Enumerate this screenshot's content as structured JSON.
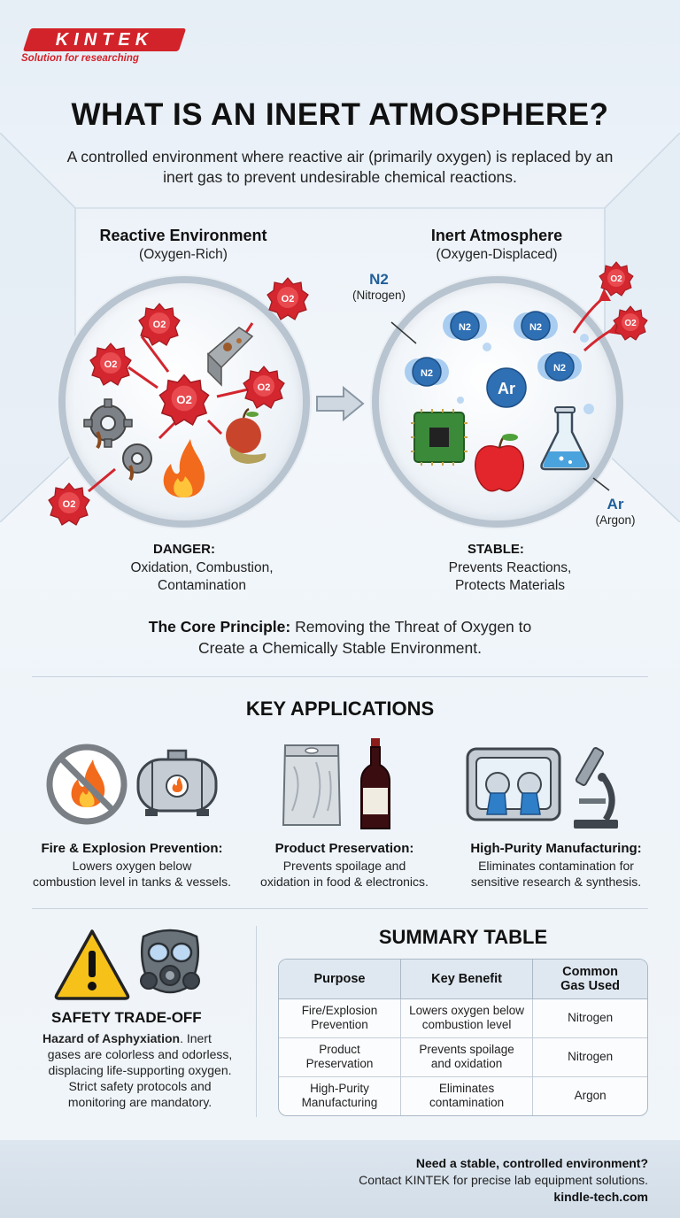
{
  "brand": {
    "name": "KINTEK",
    "tagline": "Solution for researching"
  },
  "header": {
    "title": "WHAT IS AN INERT ATMOSPHERE?",
    "intro": "A controlled environment where reactive air (primarily oxygen) is replaced by an inert gas to prevent undesirable chemical reactions."
  },
  "reactive": {
    "title": "Reactive Environment",
    "subtitle": "(Oxygen-Rich)",
    "status_title": "DANGER:",
    "status_body_1": "Oxidation, Combustion,",
    "status_body_2": "Contamination",
    "molecule_label": "O2"
  },
  "inert": {
    "title": "Inert Atmosphere",
    "subtitle": "(Oxygen-Displaced)",
    "status_title": "STABLE:",
    "status_body_1": "Prevents Reactions,",
    "status_body_2": "Protects Materials",
    "n2_label": "N2",
    "n2_name": "(Nitrogen)",
    "ar_label": "Ar",
    "ar_name": "(Argon)"
  },
  "core": {
    "lead": "The Core Principle:",
    "text_1": " Removing the Threat of Oxygen to",
    "text_2": "Create a Chemically Stable Environment."
  },
  "applications": {
    "title": "KEY APPLICATIONS",
    "items": [
      {
        "title": "Fire & Explosion Prevention:",
        "line1": "Lowers oxygen below",
        "line2": "combustion level in tanks & vessels."
      },
      {
        "title": "Product Preservation:",
        "line1": "Prevents spoilage and",
        "line2": "oxidation in food & electronics."
      },
      {
        "title": "High-Purity Manufacturing:",
        "line1": "Eliminates contamination for",
        "line2": "sensitive research & synthesis."
      }
    ]
  },
  "safety": {
    "title": "SAFETY TRADE-OFF",
    "lead": "Hazard of Asphyxiation",
    "line1_rest": ". Inert",
    "line2": "gases are colorless and odorless,",
    "line3": "displacing life-supporting oxygen.",
    "line4": "Strict safety protocols and",
    "line5": "monitoring are mandatory."
  },
  "summary": {
    "title": "SUMMARY TABLE",
    "headers": [
      "Purpose",
      "Key Benefit",
      "Common Gas Used"
    ],
    "header_gas_1": "Common",
    "header_gas_2": "Gas Used",
    "rows": [
      {
        "purpose_1": "Fire/Explosion",
        "purpose_2": "Prevention",
        "benefit_1": "Lowers oxygen below",
        "benefit_2": "combustion level",
        "gas": "Nitrogen"
      },
      {
        "purpose_1": "Product",
        "purpose_2": "Preservation",
        "benefit_1": "Prevents spoilage",
        "benefit_2": "and oxidation",
        "gas": "Nitrogen"
      },
      {
        "purpose_1": "High-Purity",
        "purpose_2": "Manufacturing",
        "benefit_1": "Eliminates",
        "benefit_2": "contamination",
        "gas": "Argon"
      }
    ]
  },
  "footer": {
    "question": "Need a stable, controlled environment?",
    "cta": "Contact KINTEK for precise lab equipment solutions.",
    "url": "kindle-tech.com"
  },
  "colors": {
    "brand_red": "#d2232a",
    "oxygen_red": "#d3262e",
    "nitrogen_blue": "#2f6fb3",
    "text_dark": "#111111"
  }
}
